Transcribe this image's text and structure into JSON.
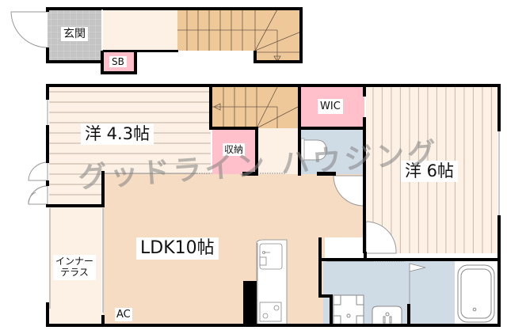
{
  "floorplan": {
    "rooms": {
      "entrance": {
        "label": "玄関",
        "color": "#c8c8c8"
      },
      "shoe_box": {
        "label": "SB",
        "color": "#ffc0cb"
      },
      "western_room_1": {
        "label": "洋 4.3帖",
        "color": "#fdf1e5"
      },
      "storage": {
        "label": "収納",
        "color": "#ffc0cb"
      },
      "walk_in_closet": {
        "label": "WIC",
        "color": "#ffc0cb"
      },
      "western_room_2": {
        "label": "洋 6帖",
        "color": "#fdf1e5"
      },
      "ldk": {
        "label": "LDK10帖",
        "color": "#f5dcc2"
      },
      "inner_terrace": {
        "label_line1": "インナー",
        "label_line2": "テラス",
        "color": "#fdf1e5"
      },
      "air_conditioner": {
        "label": "AC"
      },
      "stairs": {
        "color": "#efc89a"
      },
      "wet_area": {
        "color": "#cfdce6"
      }
    },
    "watermark": "グッドライン ハウジング"
  }
}
